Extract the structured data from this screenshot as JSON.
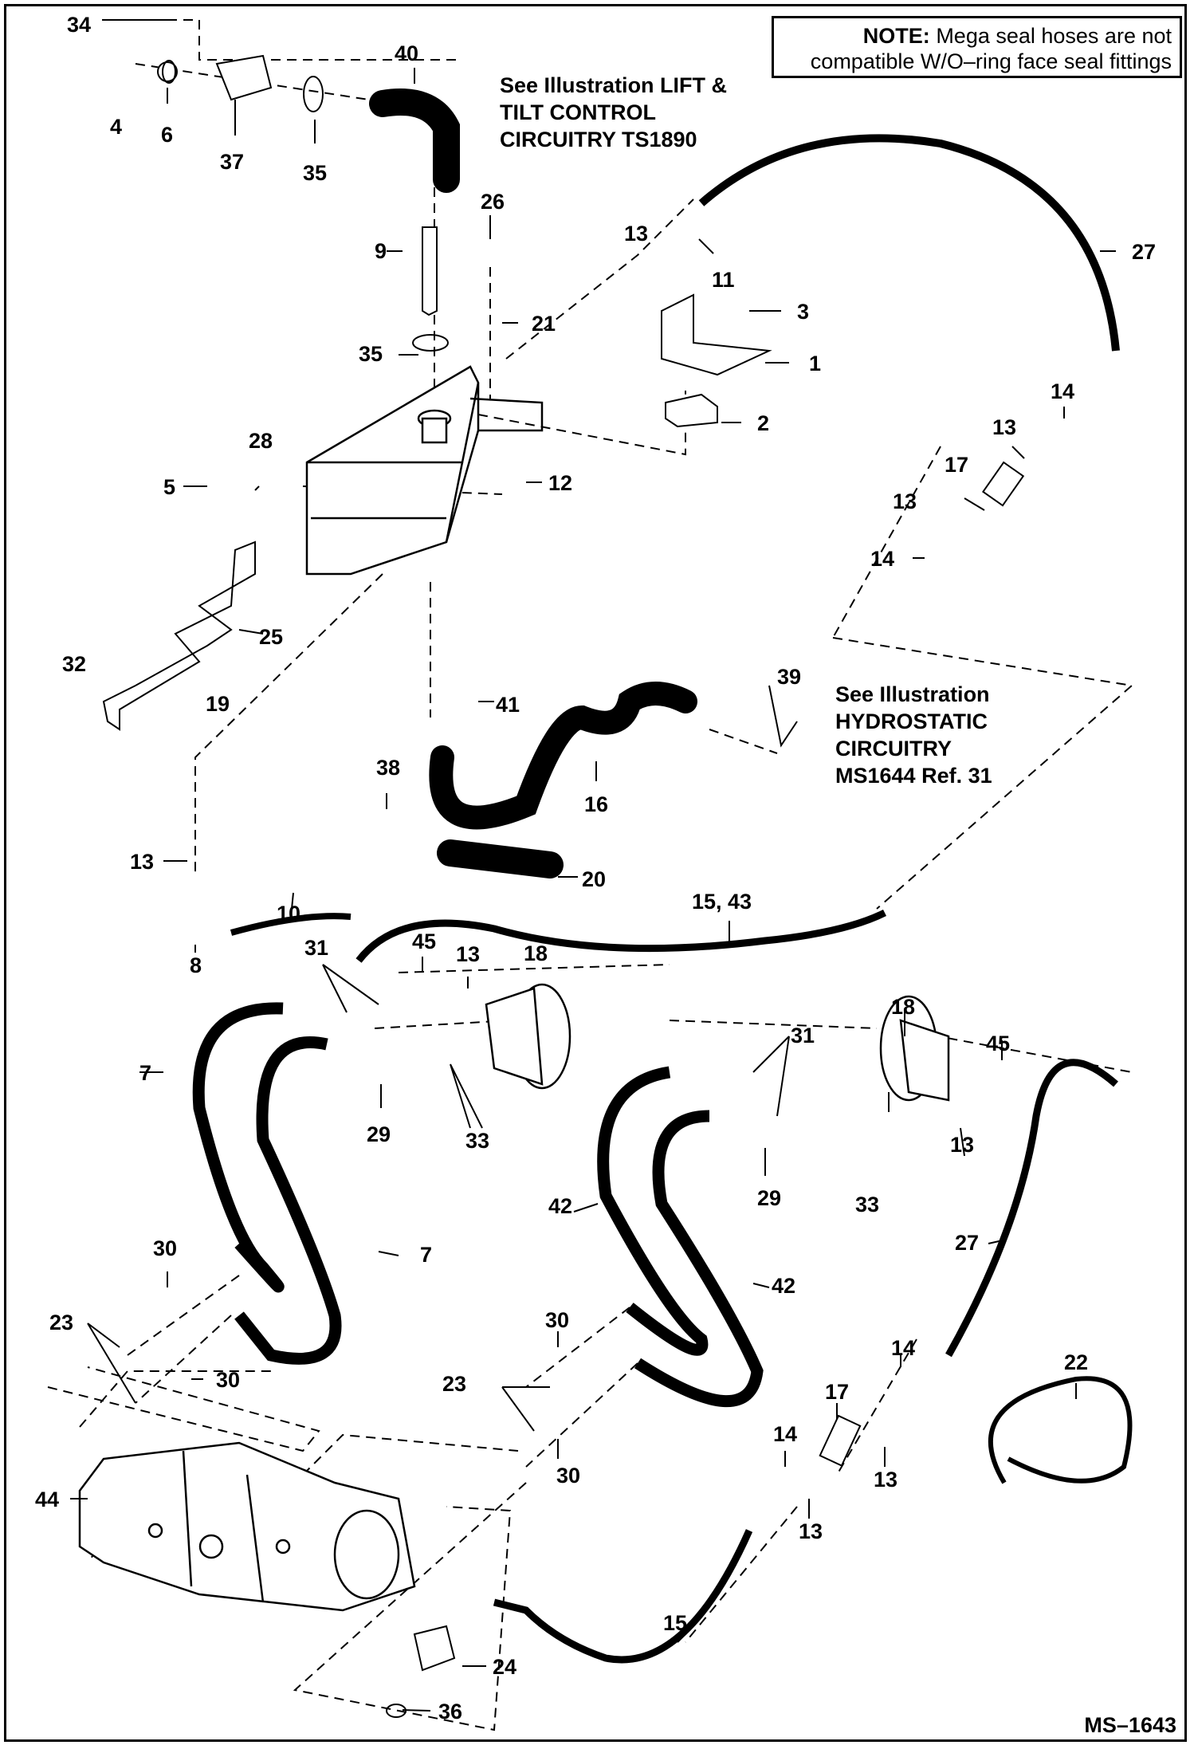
{
  "note": {
    "lead": "NOTE:",
    "line1": "Mega seal hoses are not",
    "line2": "compatible W/O–ring face seal fittings"
  },
  "doc_id": "MS–1643",
  "references": {
    "lift_tilt": [
      "See Illustration LIFT &",
      "TILT CONTROL",
      "CIRCUITRY  TS1890"
    ],
    "hydrostatic": [
      "See Illustration",
      "HYDROSTATIC",
      "CIRCUITRY",
      "MS1644 Ref. 31"
    ]
  },
  "callouts": [
    "34",
    "4",
    "6",
    "37",
    "35",
    "40",
    "9",
    "26",
    "21",
    "35",
    "13",
    "11",
    "3",
    "1",
    "2",
    "27",
    "14",
    "13",
    "17",
    "13",
    "14",
    "5",
    "28",
    "12",
    "25",
    "32",
    "19",
    "41",
    "16",
    "39",
    "38",
    "13",
    "10",
    "8",
    "20",
    "15, 43",
    "31",
    "45",
    "13",
    "18",
    "7",
    "29",
    "33",
    "31",
    "18",
    "45",
    "42",
    "29",
    "33",
    "13",
    "27",
    "7",
    "30",
    "23",
    "30",
    "42",
    "30",
    "23",
    "30",
    "22",
    "17",
    "14",
    "13",
    "14",
    "13",
    "44",
    "15",
    "24",
    "36"
  ],
  "colors": {
    "line": "#000000",
    "background": "#ffffff"
  }
}
